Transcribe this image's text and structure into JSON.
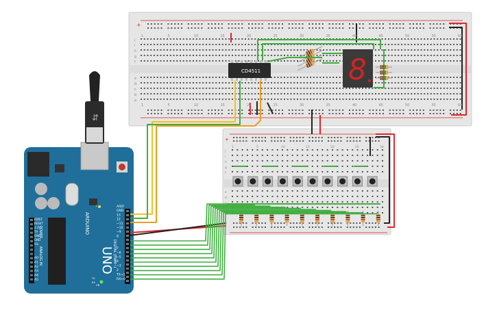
{
  "chip": {
    "label": "CD4511"
  },
  "arduino": {
    "model_text": "UNO",
    "arduino_text": "ARDUINO",
    "analog_in_label": "ANALOG IN",
    "power_label": "POWER",
    "digital_label": "DIGITAL (PWM~)",
    "header_top_labels": [
      "AREF",
      "GND",
      "13",
      "12",
      "~11",
      "~10",
      "~9",
      "8"
    ],
    "header_bottom_labels": [
      "7",
      "~6",
      "~5",
      "4",
      "~3",
      "2",
      "TX→1",
      "RX←0"
    ],
    "power_labels": [
      "IOREF",
      "RESET",
      "3.3V",
      "5V",
      "GND",
      "GND",
      "Vin"
    ],
    "analog_labels": [
      "A0",
      "A1",
      "A2",
      "A3",
      "A4",
      "A5"
    ],
    "small_labels": [
      "TX",
      "RX",
      "L",
      "ON"
    ]
  },
  "breadboard_top": {
    "column_numbers": [
      "1",
      "5",
      "10",
      "15",
      "20",
      "25",
      "30",
      "35",
      "40",
      "45",
      "50",
      "55",
      "60"
    ],
    "row_letters": [
      "j",
      "i",
      "h",
      "g",
      "f",
      "e",
      "d",
      "c",
      "b",
      "a"
    ],
    "rail_signs": [
      "+",
      "-"
    ]
  },
  "breadboard_bottom": {
    "column_numbers": [
      "1",
      "5",
      "10",
      "15",
      "20",
      "25",
      "30"
    ],
    "row_letters": [
      "j",
      "i",
      "h",
      "g",
      "f",
      "e",
      "d",
      "c",
      "b",
      "a"
    ],
    "rail_signs": [
      "+",
      "-"
    ]
  },
  "colors": {
    "board_blue": "#1f6f9a",
    "breadboard": "#e9e9e9",
    "wire_green": "#3fae3f",
    "wire_red": "#e0252b",
    "wire_black": "#222222",
    "wire_orange": "#f29a1d",
    "wire_yellow": "#f2c21d",
    "wire_blue": "#3a6fd8"
  }
}
